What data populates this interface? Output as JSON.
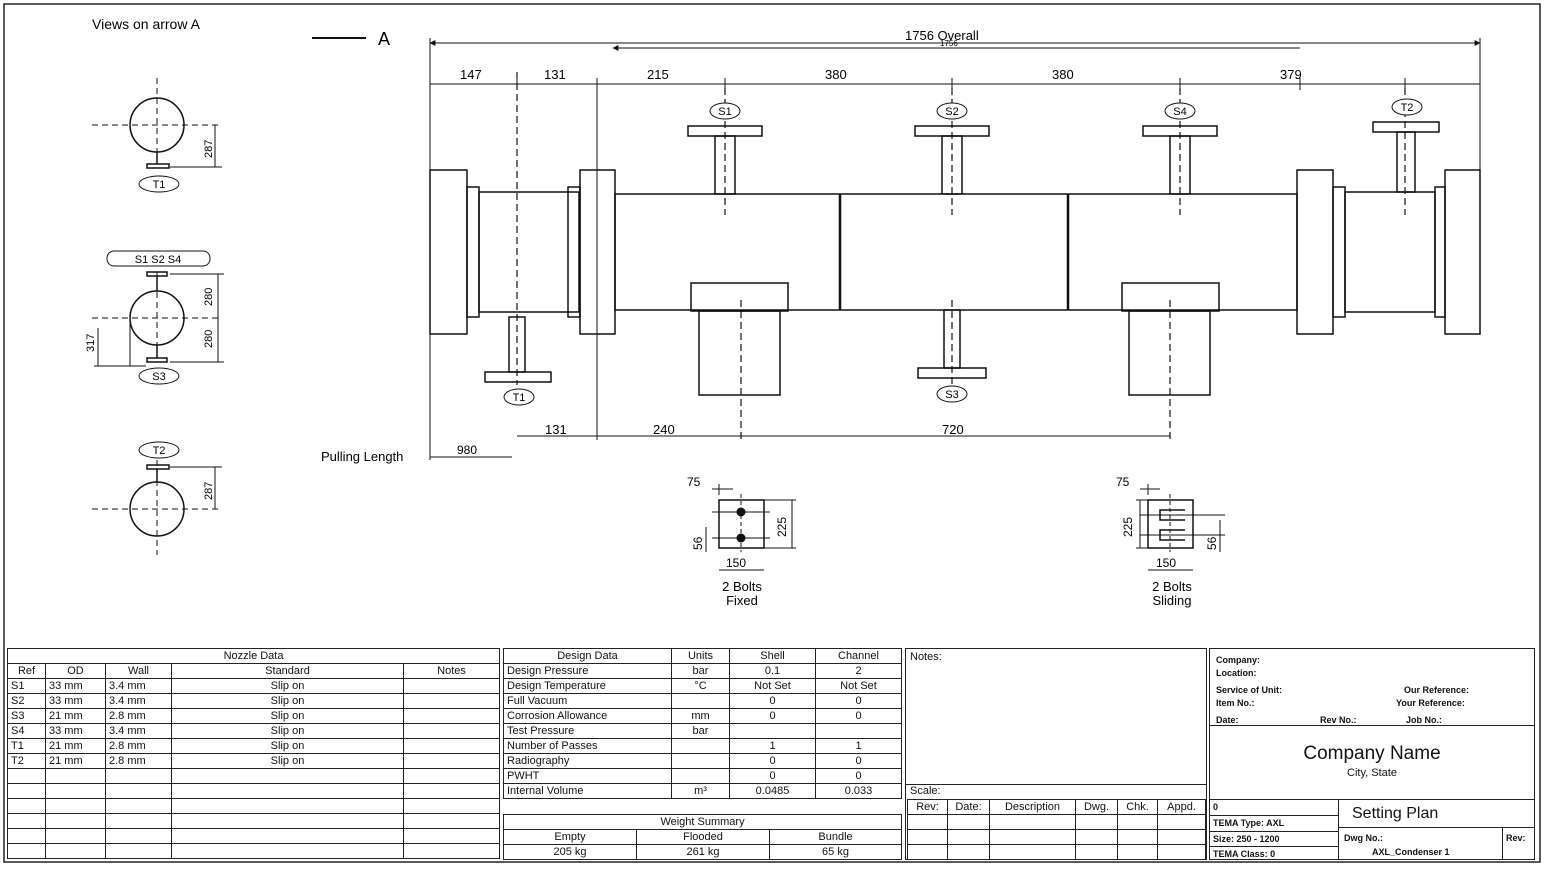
{
  "views_title": "Views on arrow A",
  "arrow_label": "A",
  "dims_top": {
    "overall": "1756 Overall",
    "overall_under": "1756",
    "segments": [
      "147",
      "131",
      "215",
      "380",
      "380",
      "379"
    ]
  },
  "nozzles_top": [
    "S1",
    "S2",
    "S4",
    "T2"
  ],
  "nozzles_bottom": [
    "T1",
    "S3"
  ],
  "dims_bottom": {
    "left": "131",
    "mid": "240",
    "right": "720",
    "pulling_label": "Pulling Length",
    "pulling_value": "980"
  },
  "side_views": {
    "t1_dim": "287",
    "t1_label": "T1",
    "s_label": "S1 S2 S4",
    "s_dim_top": "280",
    "s_dim_bottom": "280",
    "s_dim_left": "317",
    "s3_label": "S3",
    "t2_label": "T2",
    "t2_dim": "287"
  },
  "saddle_fixed": {
    "w": "75",
    "h": "225",
    "side": "56",
    "base": "150",
    "bolts": "2 Bolts",
    "type": "Fixed"
  },
  "saddle_sliding": {
    "w": "75",
    "h": "225",
    "side": "56",
    "base": "150",
    "bolts": "2 Bolts",
    "type": "Sliding"
  },
  "nozzle_table": {
    "title": "Nozzle Data",
    "headers": [
      "Ref",
      "OD",
      "Wall",
      "Standard",
      "Notes"
    ],
    "rows": [
      [
        "S1",
        "33 mm",
        "3.4 mm",
        "Slip on",
        ""
      ],
      [
        "S2",
        "33 mm",
        "3.4 mm",
        "Slip on",
        ""
      ],
      [
        "S3",
        "21 mm",
        "2.8 mm",
        "Slip on",
        ""
      ],
      [
        "S4",
        "33 mm",
        "3.4 mm",
        "Slip on",
        ""
      ],
      [
        "T1",
        "21 mm",
        "2.8 mm",
        "Slip on",
        ""
      ],
      [
        "T2",
        "21 mm",
        "2.8 mm",
        "Slip on",
        ""
      ],
      [
        "",
        "",
        "",
        "",
        ""
      ],
      [
        "",
        "",
        "",
        "",
        ""
      ],
      [
        "",
        "",
        "",
        "",
        ""
      ],
      [
        "",
        "",
        "",
        "",
        ""
      ],
      [
        "",
        "",
        "",
        "",
        ""
      ],
      [
        "",
        "",
        "",
        "",
        ""
      ]
    ]
  },
  "design_table": {
    "headers": [
      "Design Data",
      "Units",
      "Shell",
      "Channel"
    ],
    "rows": [
      [
        "Design Pressure",
        "bar",
        "0.1",
        "2"
      ],
      [
        "Design Temperature",
        "°C",
        "Not Set",
        "Not Set"
      ],
      [
        "Full Vacuum",
        "",
        "0",
        "0"
      ],
      [
        "Corrosion Allowance",
        "mm",
        "0",
        "0"
      ],
      [
        "Test Pressure",
        "bar",
        "",
        ""
      ],
      [
        "Number of Passes",
        "",
        "1",
        "1"
      ],
      [
        "Radiography",
        "",
        "0",
        "0"
      ],
      [
        "PWHT",
        "",
        "0",
        "0"
      ],
      [
        "Internal Volume",
        "m³",
        "0.0485",
        "0.033"
      ]
    ]
  },
  "weight_table": {
    "title": "Weight Summary",
    "headers": [
      "Empty",
      "Flooded",
      "Bundle"
    ],
    "values": [
      "205 kg",
      "261 kg",
      "65 kg"
    ]
  },
  "notes": {
    "label": "Notes:",
    "scale": "Scale:"
  },
  "rev_table": {
    "headers": [
      "Rev:",
      "Date:",
      "Description",
      "Dwg.",
      "Chk.",
      "Appd."
    ],
    "first_rev": "0"
  },
  "title_block": {
    "company": "Company:",
    "location": "Location:",
    "service": "Service of Unit:",
    "our_ref": "Our Reference:",
    "item": "Item No.:",
    "your_ref": "Your Reference:",
    "date": "Date:",
    "rev_no": "Rev No.:",
    "job_no": "Job No.:",
    "company_name": "Company Name",
    "city_state": "City, State",
    "tema_type": "TEMA Type: AXL",
    "size": "Size: 250 - 1200",
    "tema_class": "TEMA Class: 0",
    "drawing_title": "Setting Plan",
    "dwg_no_label": "Dwg No.:",
    "dwg_no": "AXL_Condenser 1",
    "rev": "Rev:"
  }
}
